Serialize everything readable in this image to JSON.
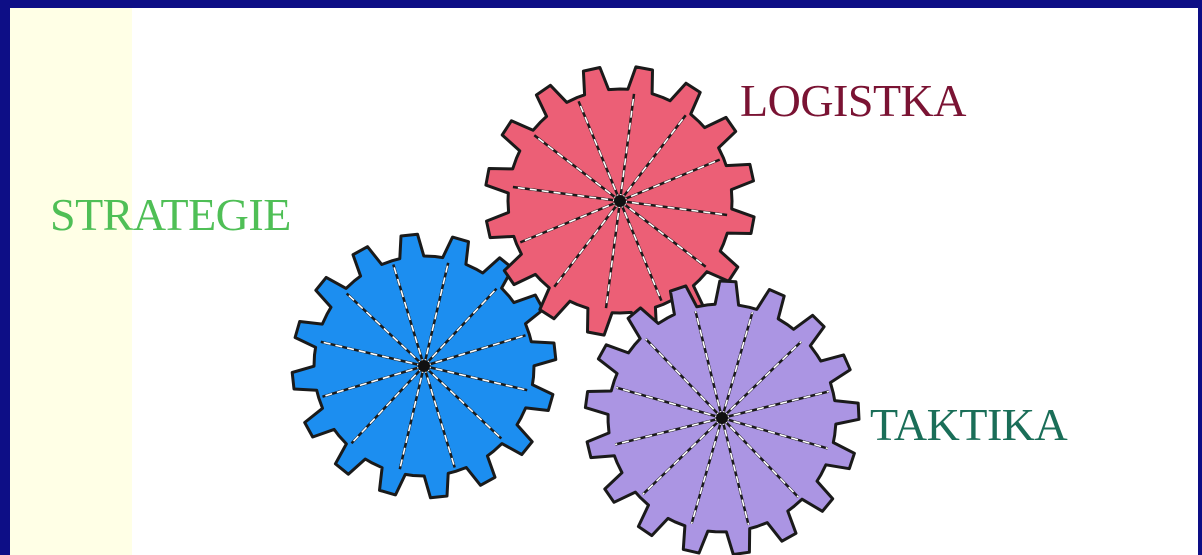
{
  "diagram": {
    "labels": {
      "strategie": "STRATEGIE",
      "logistka": "LOGISTKA",
      "taktika": "TAKTIKA"
    },
    "gears": [
      {
        "name": "strategie-gear",
        "color": "#1c8ef0"
      },
      {
        "name": "logistka-gear",
        "color": "#ec5f76"
      },
      {
        "name": "taktika-gear",
        "color": "#ab95e3"
      }
    ],
    "colors": {
      "border": "#0d0e86",
      "band": "#ffffe6",
      "strategie_text": "#4fbf56",
      "logistka_text": "#7a1333",
      "taktika_text": "#1a6e58"
    }
  }
}
